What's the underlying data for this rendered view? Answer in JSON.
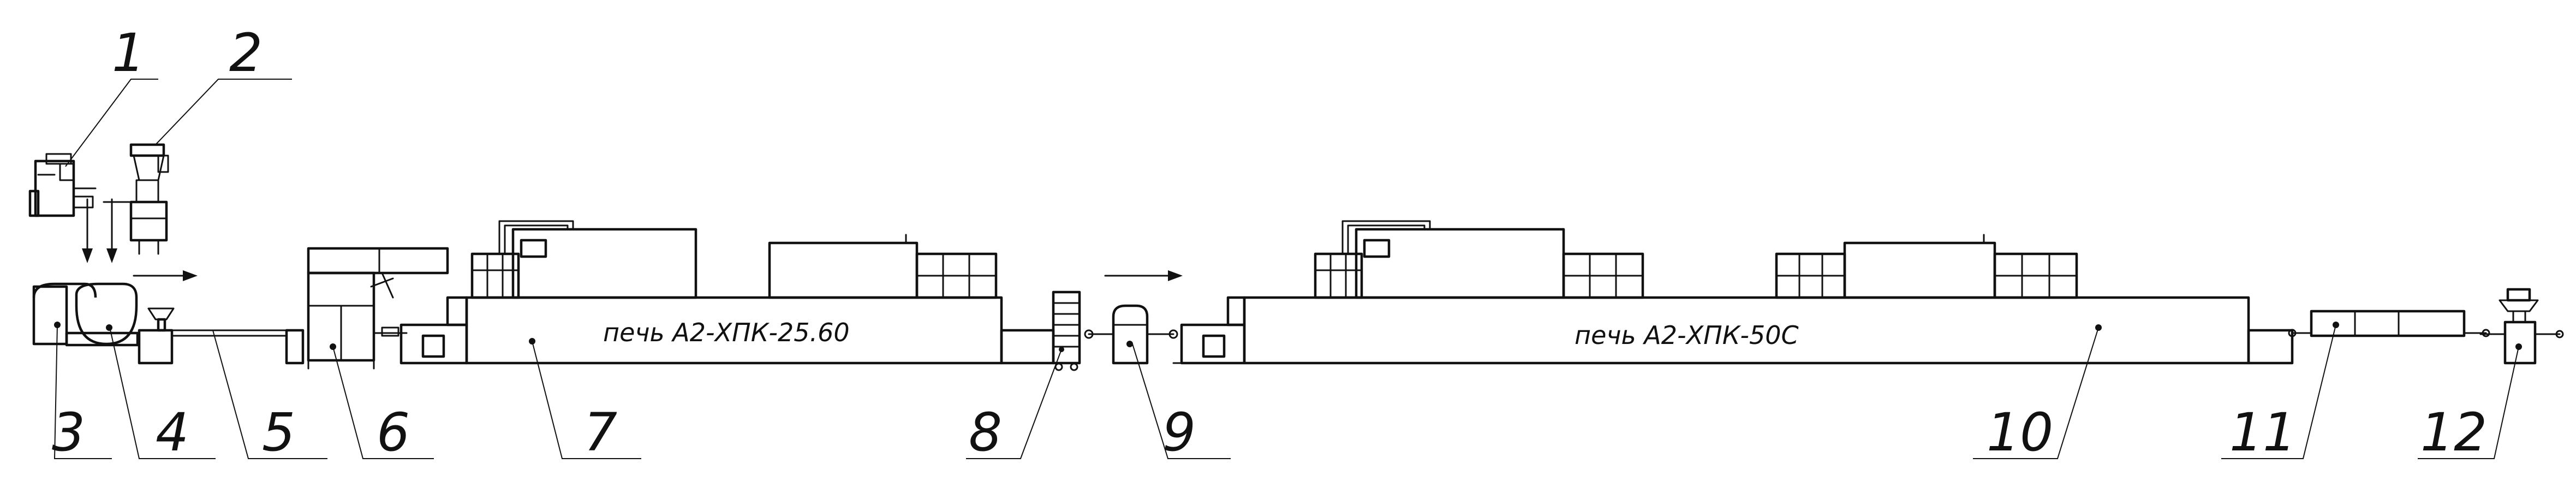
{
  "callouts": [
    {
      "id": "1",
      "label": "1"
    },
    {
      "id": "2",
      "label": "2"
    },
    {
      "id": "3",
      "label": "3"
    },
    {
      "id": "4",
      "label": "4"
    },
    {
      "id": "5",
      "label": "5"
    },
    {
      "id": "6",
      "label": "6"
    },
    {
      "id": "7",
      "label": "7"
    },
    {
      "id": "8",
      "label": "8"
    },
    {
      "id": "9",
      "label": "9"
    },
    {
      "id": "10",
      "label": "10"
    },
    {
      "id": "11",
      "label": "11"
    },
    {
      "id": "12",
      "label": "12"
    }
  ],
  "ovens": {
    "oven1_label": "печь А2-ХПК-25.60",
    "oven2_label": "печь А2-ХПК-50С"
  },
  "colors": {
    "line": "#111111",
    "background": "#ffffff"
  }
}
